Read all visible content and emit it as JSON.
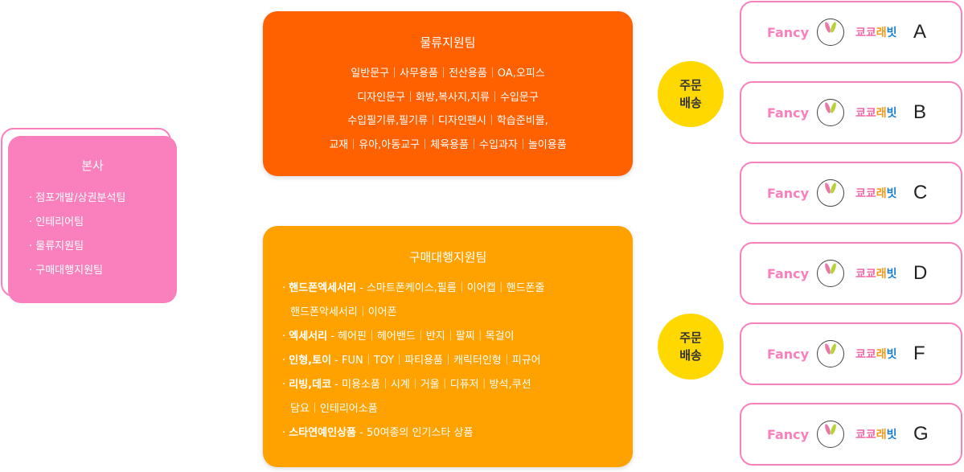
{
  "hq": {
    "title": "본사",
    "items": [
      "· 점포개발/상권분석팀",
      "· 인테리어팀",
      "· 물류지원팀",
      "· 구매대행지원팀"
    ]
  },
  "logistics": {
    "title": "물류지원팀",
    "lines": [
      "일반문구｜사무용품｜전산용품｜OA,오피스",
      "디자인문구｜화방,복사지,지류｜수입문구",
      "수입필기류,필기류｜디자인팬시｜학습준비물,",
      "교재｜유아,아동교구｜체육용품｜수입과자｜놀이용품"
    ]
  },
  "purchasing": {
    "title": "구매대행지원팀",
    "items": [
      {
        "bold": "핸드폰엑세서리",
        "rest": " - 스마트폰케이스,필름｜이어캡｜핸드폰줄",
        "cont": "핸드폰악세서리｜이어폰"
      },
      {
        "bold": "엑세서리",
        "rest": " - 헤어핀｜헤어밴드｜반지｜팔찌｜목걸이"
      },
      {
        "bold": "인형,토이",
        "rest": " - FUN｜TOY｜파티용품｜캐릭터인형｜피규어"
      },
      {
        "bold": "리빙,데코",
        "rest": " - 미용소품｜시계｜거울｜디퓨저｜방석,쿠션",
        "cont": "담요｜인테리어소품"
      },
      {
        "bold": "스타연예인상품",
        "rest": " - 50여종의 인기스타 상품"
      }
    ]
  },
  "order_badge": {
    "line1": "주문",
    "line2": "배송"
  },
  "brand": {
    "fancy": "Fancy",
    "kyo1": "쿄쿄",
    "kyo2": "래",
    "kyo3": "빗"
  },
  "shops": [
    "A",
    "B",
    "C",
    "D",
    "F",
    "G"
  ]
}
